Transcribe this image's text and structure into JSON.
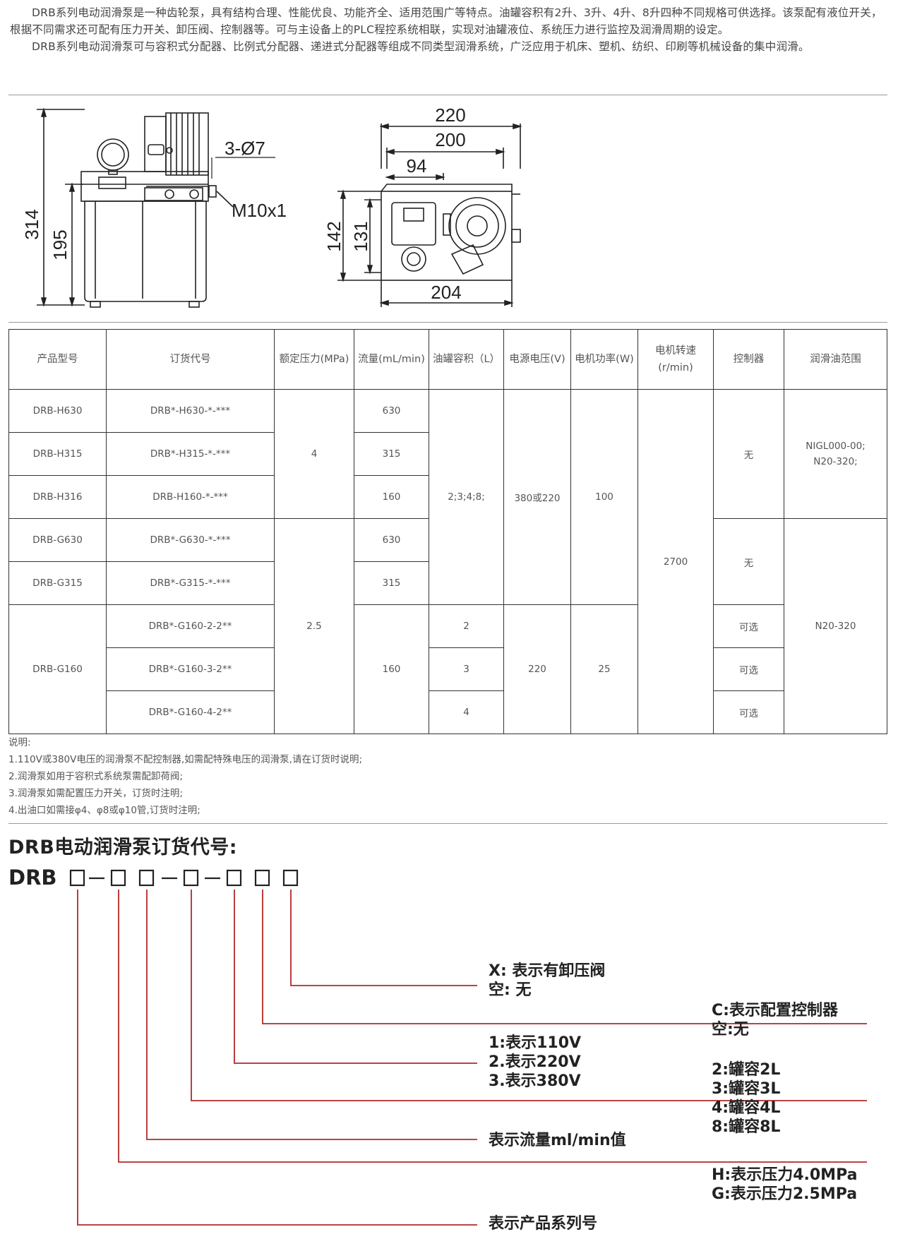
{
  "intro": {
    "p1": "DRB系列电动润滑泵是一种齿轮泵，具有结构合理、性能优良、功能齐全、适用范围广等特点。油罐容积有2升、3升、4升、8升四种不同规格可供选择。该泵配有液位开关，根据不同需求还可配有压力开关、卸压阀、控制器等。可与主设备上的PLC程控系统相联，实现对油罐液位、系统压力进行监控及润滑周期的设定。",
    "p2": "DRB系列电动润滑泵可与容积式分配器、比例式分配器、递进式分配器等组成不同类型润滑系统，广泛应用于机床、塑机、纺织、印刷等机械设备的集中润滑。"
  },
  "drawing": {
    "front": {
      "dim_total": "314",
      "dim_tank": "195",
      "holes": "3-Ø7",
      "thread": "M10x1"
    },
    "top": {
      "dim_220": "220",
      "dim_200": "200",
      "dim_94": "94",
      "dim_142": "142",
      "dim_131": "131",
      "dim_204": "204"
    }
  },
  "table": {
    "headers": {
      "model": "产品型号",
      "order_code": "订货代号",
      "pressure": "额定压力(MPa)",
      "flow": "流量(mL/min)",
      "volume": "油罐容积（L）",
      "voltage": "电源电压(V)",
      "power": "电机功率(W)",
      "speed_l1": "电机转速",
      "speed_l2": "(r/min)",
      "controller": "控制器",
      "oil": "润滑油范围"
    },
    "models": [
      "DRB-H630",
      "DRB-H315",
      "DRB-H316",
      "DRB-G630",
      "DRB-G315",
      "DRB-G160"
    ],
    "order_codes": [
      "DRB*-H630-*-***",
      "DRB*-H315-*-***",
      "DRB-H160-*-***",
      "DRB*-G630-*-***",
      "DRB*-G315-*-***",
      "DRB*-G160-2-2**",
      "DRB*-G160-3-2**",
      "DRB*-G160-4-2**"
    ],
    "pressures": [
      "4",
      "2.5"
    ],
    "flows": [
      "630",
      "315",
      "160",
      "630",
      "315",
      "160"
    ],
    "volumes": [
      "2;3;4;8;",
      "2",
      "3",
      "4"
    ],
    "voltages": [
      "380或220",
      "220"
    ],
    "powers": [
      "100",
      "25"
    ],
    "speed": "2700",
    "controllers": [
      "无",
      "无",
      "可选",
      "可选",
      "可选"
    ],
    "oils": [
      "NIGL000-00;",
      "N20-320;",
      "N20-320"
    ]
  },
  "notes": {
    "title": "说明:",
    "items": [
      "1.110V或380V电压的润滑泵不配控制器,如需配特殊电压的润滑泵,请在订货时说明;",
      "2.润滑泵如用于容积式系统泵需配卸荷阀;",
      "3.润滑泵如需配置压力开关，订货时注明;",
      "4.出油口如需接φ4、φ8或φ10管,订货时注明;"
    ]
  },
  "order": {
    "title": "DRB电动润滑泵订货代号:",
    "code_prefix": "DRB",
    "x_line1": "X: 表示有卸压阀",
    "x_line2": "空: 无",
    "c_line1": "C:表示配置控制器",
    "c_line2": "空:无",
    "v_line1": "1:表示110V",
    "v_line2": "2.表示220V",
    "v_line3": "3.表示380V",
    "cap_line1": "2:罐容2L",
    "cap_line2": "3:罐容3L",
    "cap_line3": "4:罐容4L",
    "cap_line4": "8:罐容8L",
    "flow_label": "表示流量ml/min值",
    "p_line1": "H:表示压力4.0MPa",
    "p_line2": "G:表示压力2.5MPa",
    "series_label": "表示产品系列号"
  },
  "colors": {
    "leader": "#b02a2a",
    "text": "#222222",
    "rule": "#9a9a9a"
  }
}
